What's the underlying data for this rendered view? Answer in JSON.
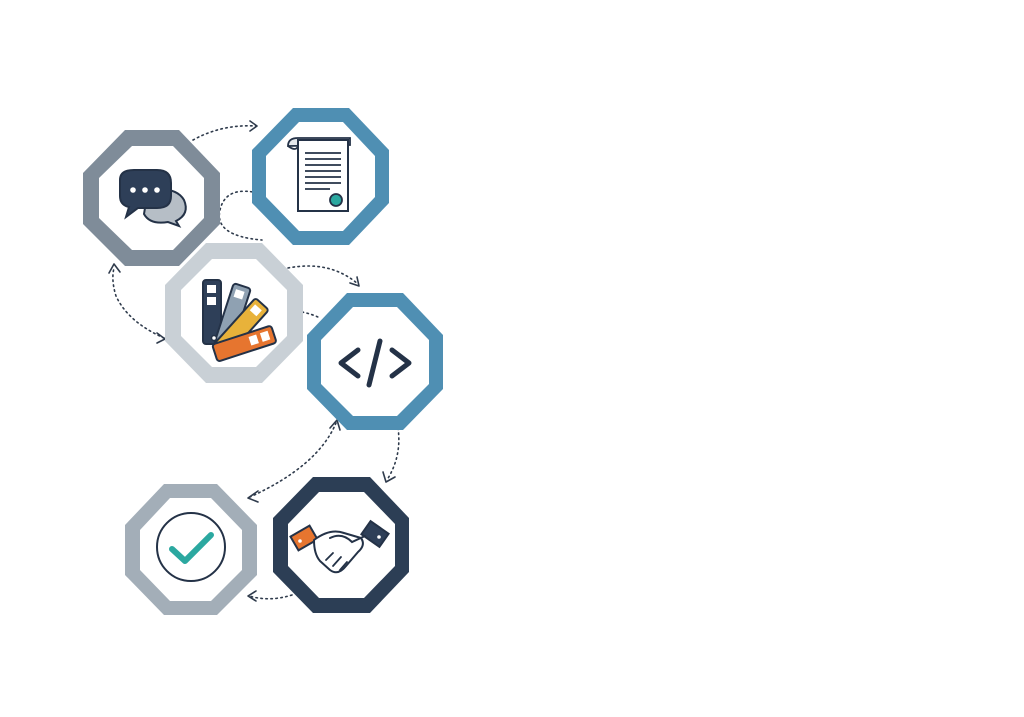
{
  "diagram": {
    "title": "",
    "stages": [
      {
        "id": "discuss",
        "icon": "speech-bubbles-icon",
        "ring_color": "#7f8c99"
      },
      {
        "id": "contract",
        "icon": "contract-document-icon",
        "ring_color": "#4f8fb3"
      },
      {
        "id": "design",
        "icon": "color-swatch-icon",
        "ring_color": "#c9d0d6"
      },
      {
        "id": "develop",
        "icon": "code-icon",
        "ring_color": "#4f8fb3"
      },
      {
        "id": "agreement",
        "icon": "handshake-icon",
        "ring_color": "#2c3e55"
      },
      {
        "id": "complete",
        "icon": "checkmark-icon",
        "ring_color": "#a3aeb8"
      }
    ],
    "flow": [
      "discuss",
      "contract",
      "design",
      "develop",
      "agreement",
      "complete"
    ],
    "colors": {
      "navy": "#2c3e55",
      "blue": "#4f8fb3",
      "slate": "#7f8c99",
      "light_gray": "#c9d0d6",
      "orange": "#e6752f",
      "yellow": "#e8b23a",
      "teal": "#2ba8a0"
    }
  }
}
